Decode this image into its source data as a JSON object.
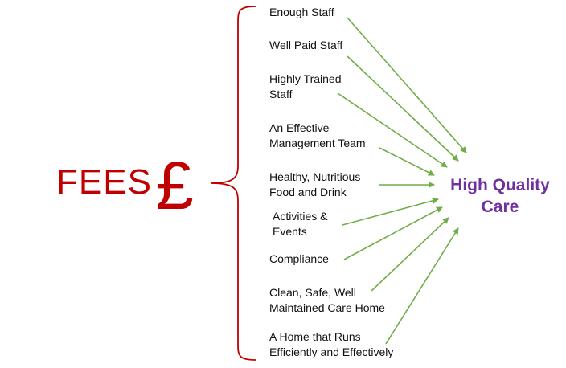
{
  "fees": {
    "label": "FEES",
    "symbol": "£"
  },
  "factors": [
    {
      "lines": [
        "Enough Staff"
      ]
    },
    {
      "lines": [
        "Well Paid Staff"
      ]
    },
    {
      "lines": [
        "Highly Trained",
        "Staff"
      ]
    },
    {
      "lines": [
        "An Effective",
        "Management Team"
      ]
    },
    {
      "lines": [
        "Healthy, Nutritious",
        "Food and Drink"
      ]
    },
    {
      "lines": [
        "Activities &",
        "Events"
      ]
    },
    {
      "lines": [
        "Compliance"
      ]
    },
    {
      "lines": [
        "Clean, Safe, Well",
        "Maintained Care Home"
      ]
    },
    {
      "lines": [
        "A Home that Runs",
        "Efficiently and Effectively"
      ]
    }
  ],
  "outcome": {
    "lines": [
      "High Quality",
      "Care"
    ]
  },
  "colors": {
    "fees": "#c00000",
    "bracket": "#c00000",
    "arrow": "#70ad47",
    "outcome": "#7030a0",
    "text": "#111111"
  }
}
